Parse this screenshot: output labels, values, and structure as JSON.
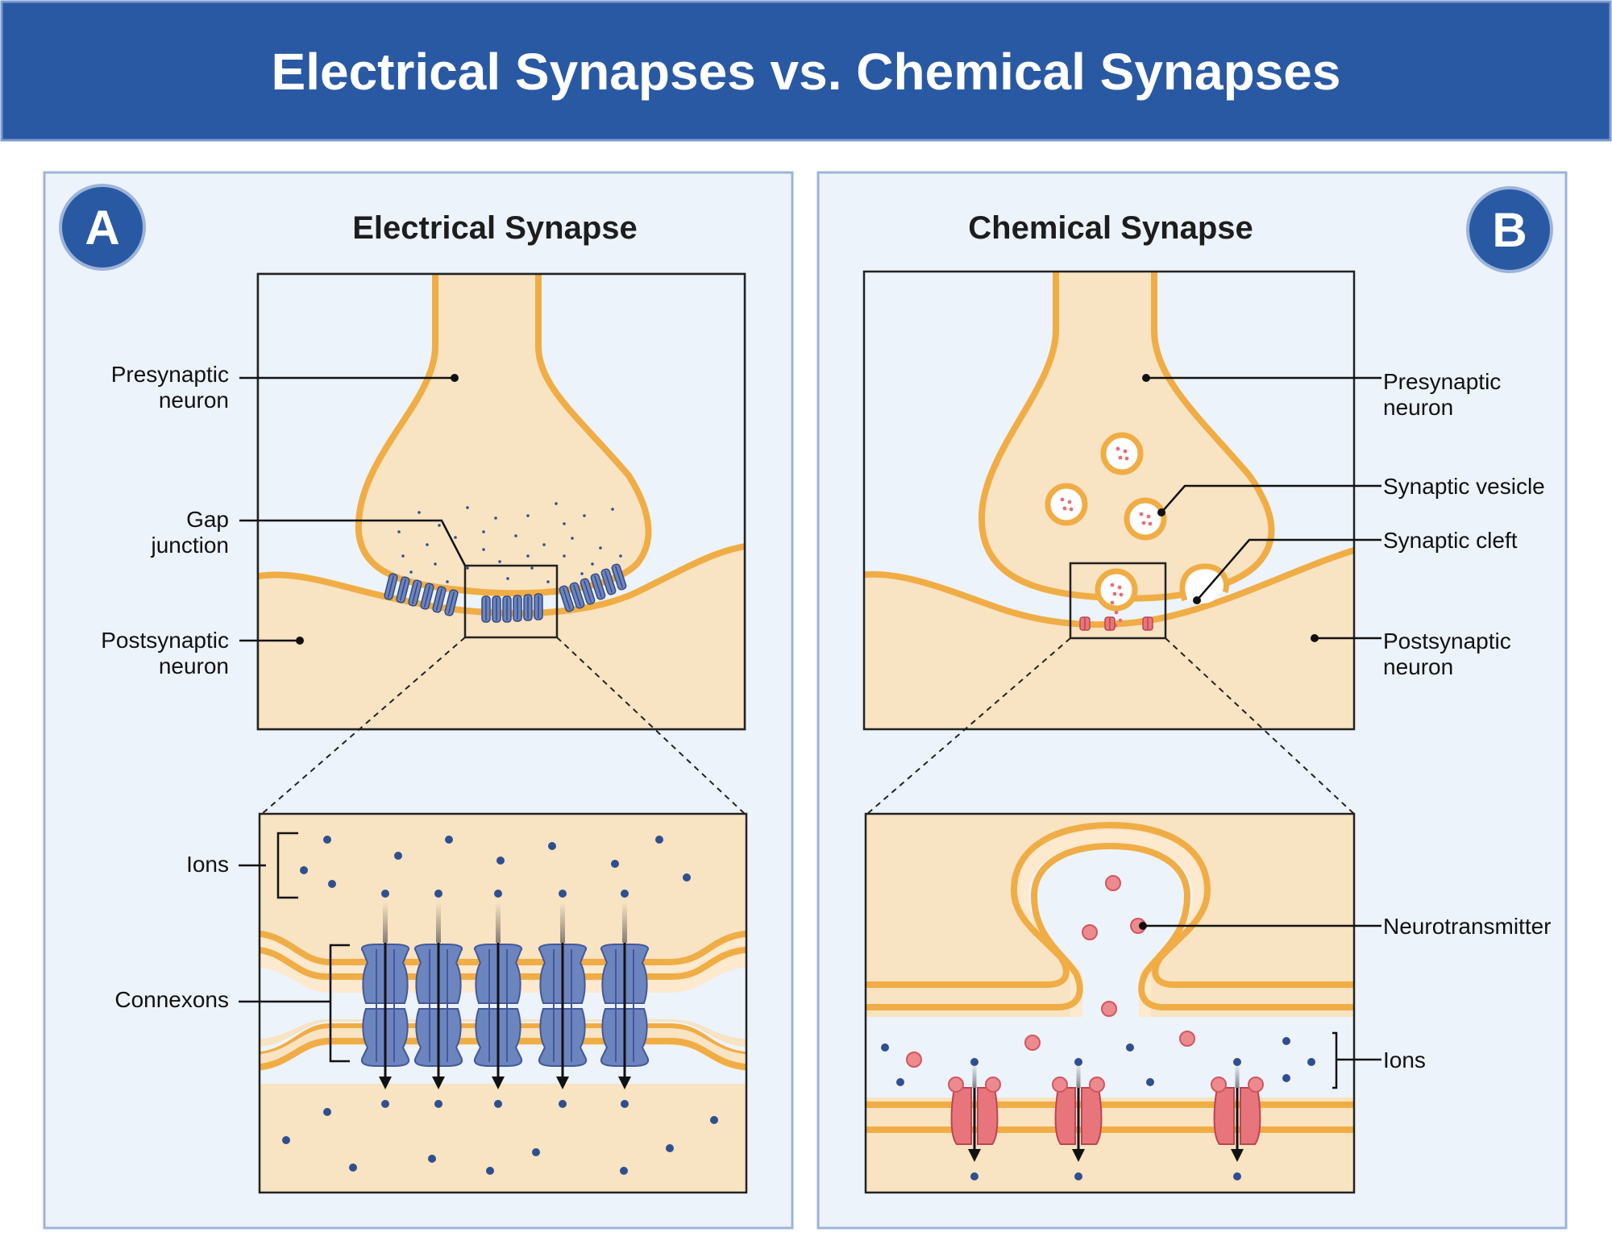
{
  "title": "Electrical Synapses vs. Chemical Synapses",
  "panel_a": {
    "badge": "A",
    "title": "Electrical Synapse",
    "labels": {
      "presynaptic_1": "Presynaptic",
      "presynaptic_2": "neuron",
      "gap_1": "Gap",
      "gap_2": "junction",
      "postsynaptic_1": "Postsynaptic",
      "postsynaptic_2": "neuron",
      "ions": "Ions",
      "connexons": "Connexons"
    }
  },
  "panel_b": {
    "badge": "B",
    "title": "Chemical Synapse",
    "labels": {
      "presynaptic_1": "Presynaptic",
      "presynaptic_2": "neuron",
      "vesicle": "Synaptic vesicle",
      "cleft": "Synaptic cleft",
      "postsynaptic_1": "Postsynaptic",
      "postsynaptic_2": "neuron",
      "neurotransmitter": "Neurotransmitter",
      "ions": "Ions"
    }
  },
  "colors": {
    "header_bg": "#2a59a4",
    "panel_bg": "#edf3fb",
    "panel_border": "#9db4d9",
    "neuron_fill": "#f8e3c2",
    "membrane": "#f0ad45",
    "connexon": "#6c85bf",
    "channel": "#e9757c",
    "ion": "#2f4f8f"
  }
}
